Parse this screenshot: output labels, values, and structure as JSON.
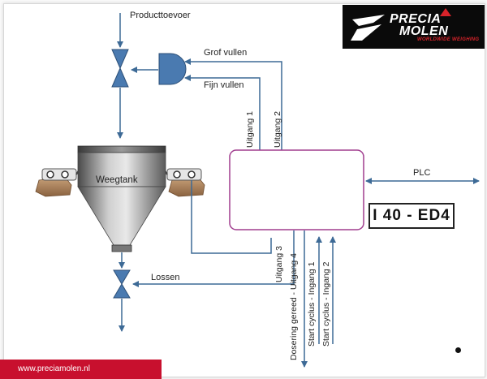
{
  "labels": {
    "product_feed": "Producttoevoer",
    "coarse_fill": "Grof vullen",
    "fine_fill": "Fijn vullen",
    "output_1": "Uitgang 1",
    "output_2": "Uitgang 2",
    "output_3": "Uitgang 3",
    "output_4": "Dosering gereed - Uitgang 4",
    "input_1": "Start cyclus - Ingang 1",
    "input_2": "Start cyclus - Ingang 2",
    "weigh_tank": "Weegtank",
    "discharge": "Lossen",
    "plc": "PLC",
    "model": "I 40 - ED4"
  },
  "logo": {
    "line1": "PRECIA",
    "line2": "MOLEN",
    "tagline": "WORLDWIDE WEIGHING"
  },
  "footer": {
    "url": "www.preciamolen.nl"
  },
  "colors": {
    "flow_line": "#3d6a96",
    "valve_fill": "#4a7ab0",
    "controller_border": "#a03d8e",
    "footer_red": "#c8102e",
    "logo_bg": "#0a0a0a"
  }
}
